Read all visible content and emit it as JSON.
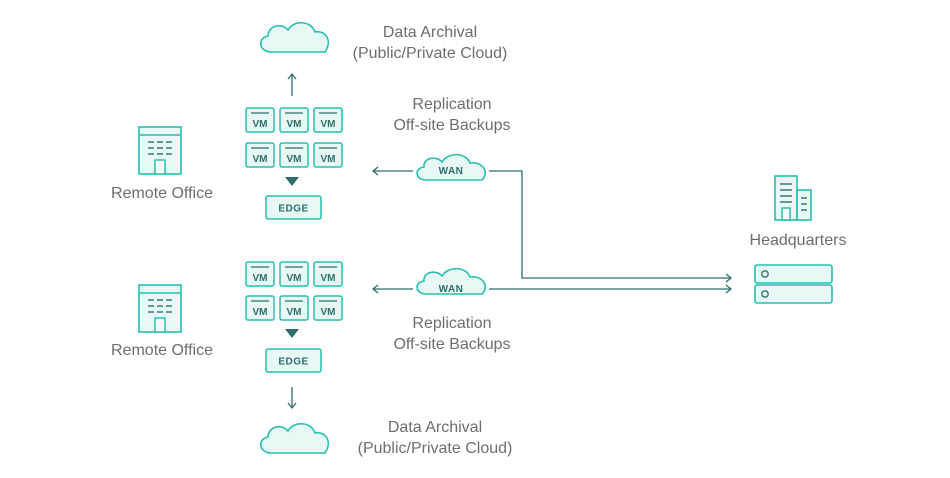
{
  "colors": {
    "outline": "#27bfae",
    "fill": "#e7f8f5",
    "line": "#2e6e6c",
    "text": "#6b6e70"
  },
  "labels": {
    "archival_top": [
      "Data Archival",
      "(Public/Private Cloud)"
    ],
    "archival_bottom": [
      "Data Archival",
      "(Public/Private Cloud)"
    ],
    "replication_top": [
      "Replication",
      "Off-site Backups"
    ],
    "replication_bottom": [
      "Replication",
      "Off-site Backups"
    ],
    "remote_office_top": "Remote Office",
    "remote_office_bottom": "Remote Office",
    "headquarters": "Headquarters"
  },
  "vm_label": "VM",
  "edge_label": "EDGE",
  "wan_label": "WAN",
  "icons": [
    "cloud-icon",
    "building-icon",
    "headquarters-building-icon",
    "server-icon",
    "arrow-up-icon",
    "arrow-down-icon",
    "triangle-down-icon"
  ]
}
